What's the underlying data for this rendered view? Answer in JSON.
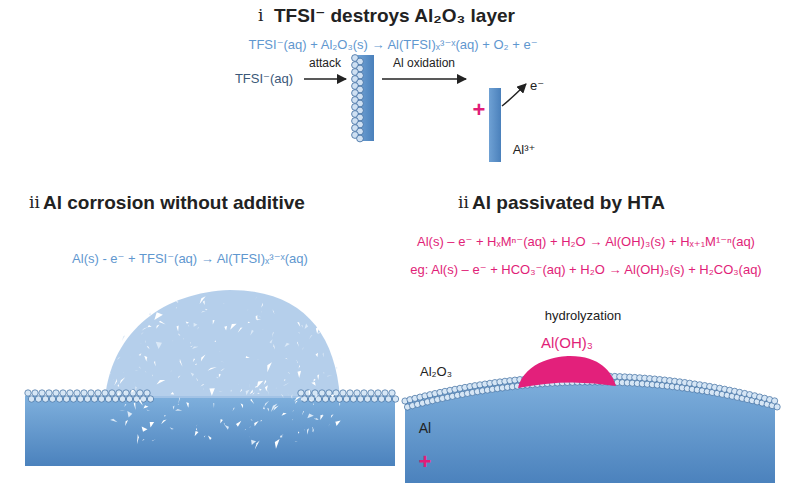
{
  "diagram": {
    "labels": [
      "ⅰ",
      "TFSI⁻ destroys Al₂O₃ layer",
      "TFSI⁻(aq) + Al₂O₃(s) → Al(TFSI)ₓ³⁻ˣ(aq) + O₂ + e⁻",
      "TFSI⁻(aq)",
      "attack",
      "Al oxidation",
      "e⁻",
      "+",
      "Al³⁺",
      "ⅱ",
      "Al corrosion without additive",
      "Al(s) - e⁻ + TFSI⁻(aq) → Al(TFSI)ₓ³⁻ˣ(aq)",
      "ⅱ",
      "Al passivated by HTA",
      "Al(s) – e⁻ + HₓMⁿ⁻(aq) + H₂O → Al(OH)₃(s) + Hₓ₊₁M¹⁻ⁿ(aq)",
      "eg: Al(s) – e⁻ + HCO₃⁻(aq) + H₂O → Al(OH)₃(s) + H₂CO₃(aq)",
      "hydrolyzation",
      "Al(OH)₃",
      "Al₂O₃",
      "Al",
      "+"
    ]
  }
}
